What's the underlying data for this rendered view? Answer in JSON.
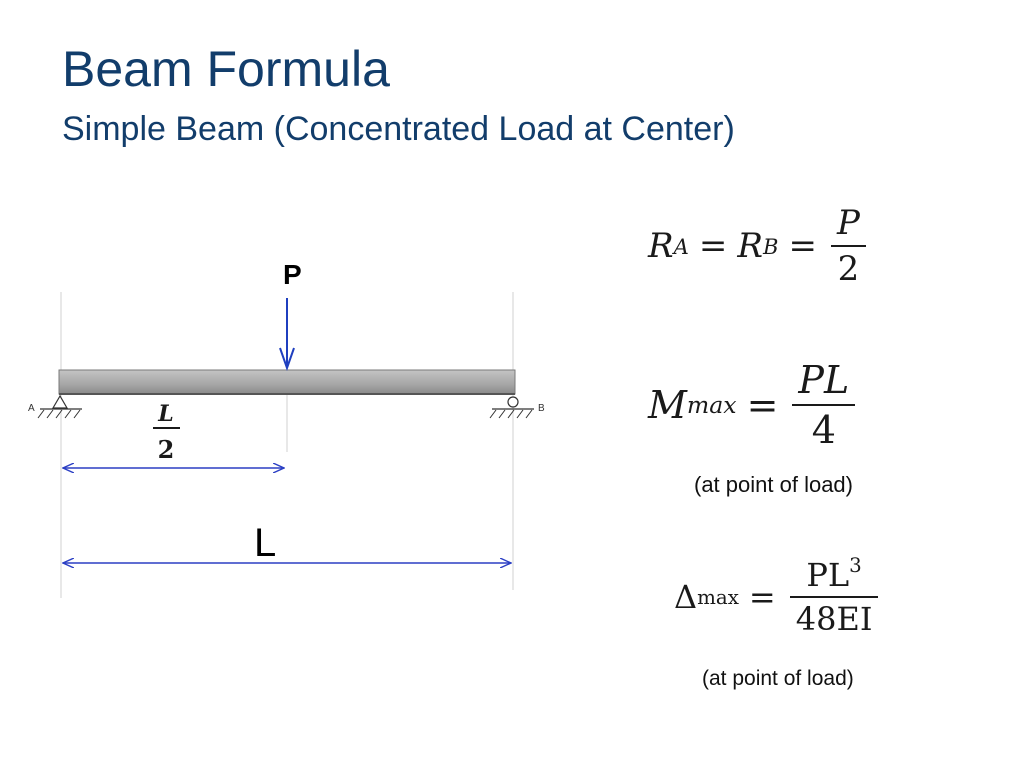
{
  "title": "Beam Formula",
  "subtitle": "Simple Beam (Concentrated Load at Center)",
  "diagram": {
    "load_label": "P",
    "support_a_label": "A",
    "support_b_label": "B",
    "half_span_num": "L",
    "half_span_den": "2",
    "span_label": "L",
    "colors": {
      "dimension": "#2b3fc4",
      "load_arrow": "#1f3fbf",
      "beam": "#a9a9a9"
    }
  },
  "formulas": {
    "reactions": {
      "ra": "R",
      "ra_sub": "A",
      "eq1": "=",
      "rb": "R",
      "rb_sub": "B",
      "eq2": "=",
      "num": "P",
      "den": "2"
    },
    "moment": {
      "m": "M",
      "m_sub": "max",
      "eq": "=",
      "num": "PL",
      "den": "4",
      "note": "(at point of load)"
    },
    "deflection": {
      "delta": "Δ",
      "delta_sub": "max",
      "eq": "=",
      "num": "PL",
      "num_sup": "3",
      "den": "48EI",
      "note": "(at point of load)"
    }
  }
}
